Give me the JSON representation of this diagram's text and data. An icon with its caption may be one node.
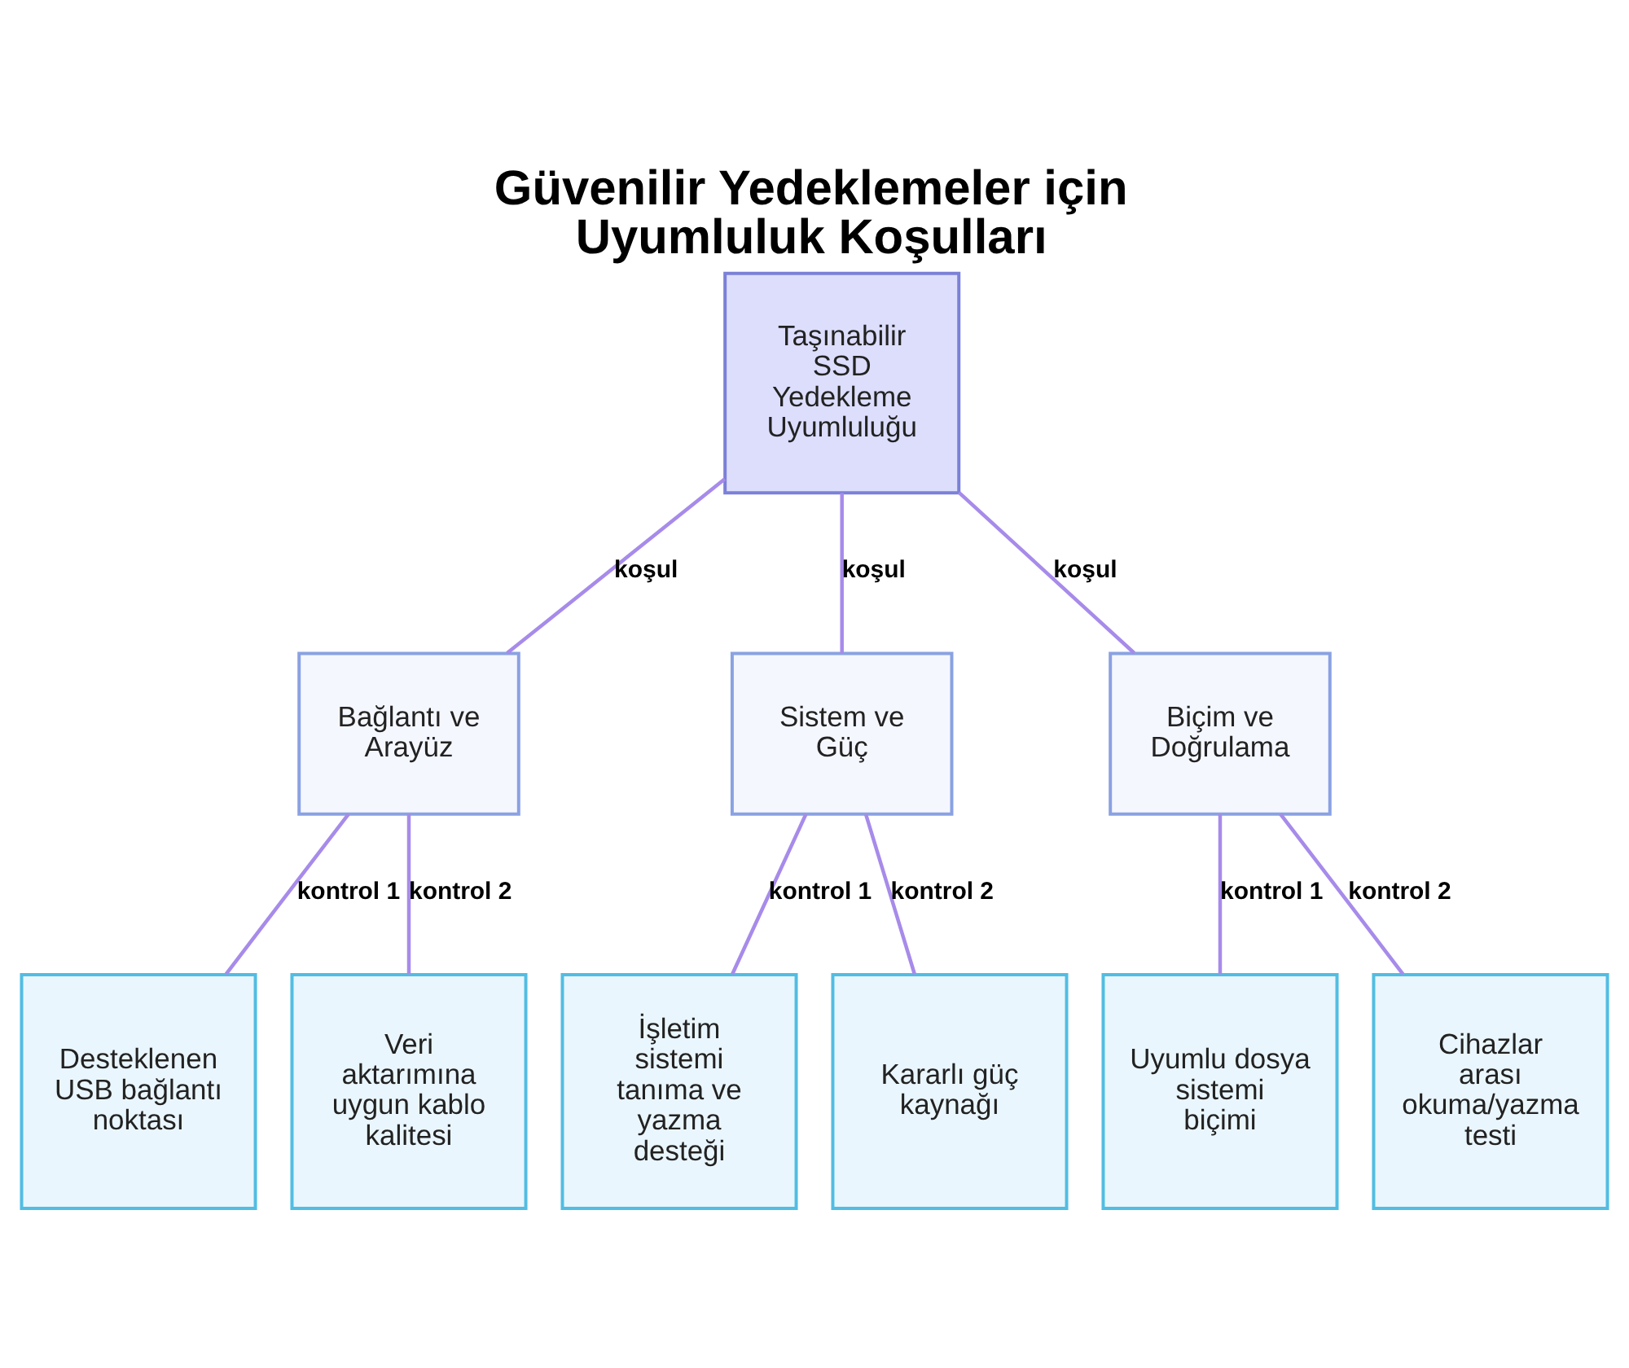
{
  "diagram": {
    "title": "Güvenilir Yedeklemeler için Uyumluluk Koşulları",
    "nodes": [
      {
        "text": [
          "Taşınabilir SSD Yedekleme Uyumluluğu"
        ]
      },
      {
        "text": [
          "Bağlantı ve Arayüz"
        ]
      },
      {
        "text": [
          "Sistem ve Güç"
        ]
      },
      {
        "text": [
          "Biçim ve Doğrulama"
        ]
      },
      {
        "text": [
          "Desteklenen USB bağlantı noktası"
        ]
      },
      {
        "text": [
          "Veri aktarımına uygun kablo kalitesi"
        ]
      },
      {
        "text": [
          "İşletim sistemi tanıma ve yazma desteği"
        ]
      },
      {
        "text": [
          "Kararlı güç kaynağı"
        ]
      },
      {
        "text": [
          "Uyumlu dosya sistemi biçimi"
        ]
      },
      {
        "text": [
          "Cihazlar arası okuma/yazma testi"
        ]
      }
    ],
    "edges": [
      {
        "from": 0,
        "to": 1,
        "arrow": "none",
        "label": "koşul"
      },
      {
        "from": 0,
        "to": 2,
        "arrow": "none",
        "label": "koşul"
      },
      {
        "from": 0,
        "to": 3,
        "arrow": "none",
        "label": "koşul"
      },
      {
        "from": 1,
        "to": 4,
        "arrow": "none",
        "label": "kontrol 1"
      },
      {
        "from": 1,
        "to": 5,
        "arrow": "none",
        "label": "kontrol 2"
      },
      {
        "from": 2,
        "to": 6,
        "arrow": "none",
        "label": "kontrol 1"
      },
      {
        "from": 2,
        "to": 7,
        "arrow": "none",
        "label": "kontrol 2"
      },
      {
        "from": 3,
        "to": 8,
        "arrow": "none",
        "label": "kontrol 1"
      },
      {
        "from": 3,
        "to": 9,
        "arrow": "none",
        "label": "kontrol 2"
      }
    ]
  }
}
